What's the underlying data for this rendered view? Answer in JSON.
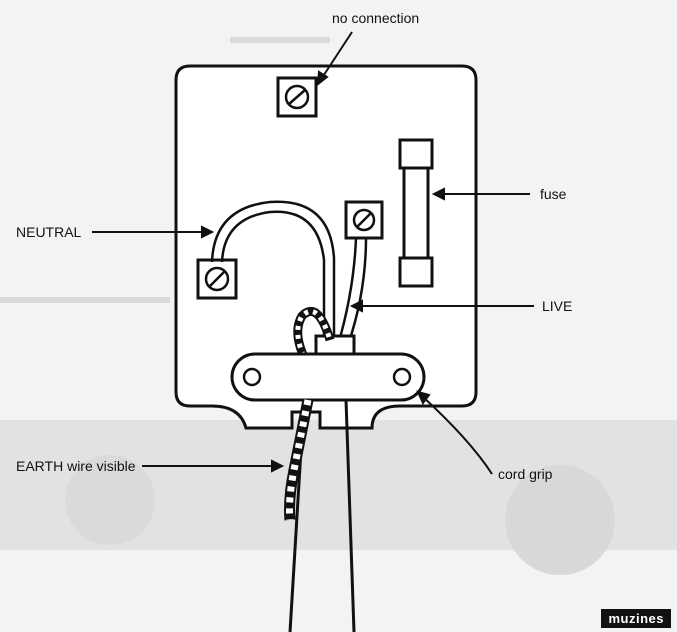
{
  "labels": {
    "no_connection": "no connection",
    "fuse": "fuse",
    "neutral": "NEUTRAL",
    "live": "LIVE",
    "earth": "EARTH wire visible",
    "cord_grip": "cord grip"
  },
  "watermark": "muzines",
  "colors": {
    "ink": "#111111",
    "paper": "#f3f3f3",
    "faint": "#d6d6d6"
  }
}
